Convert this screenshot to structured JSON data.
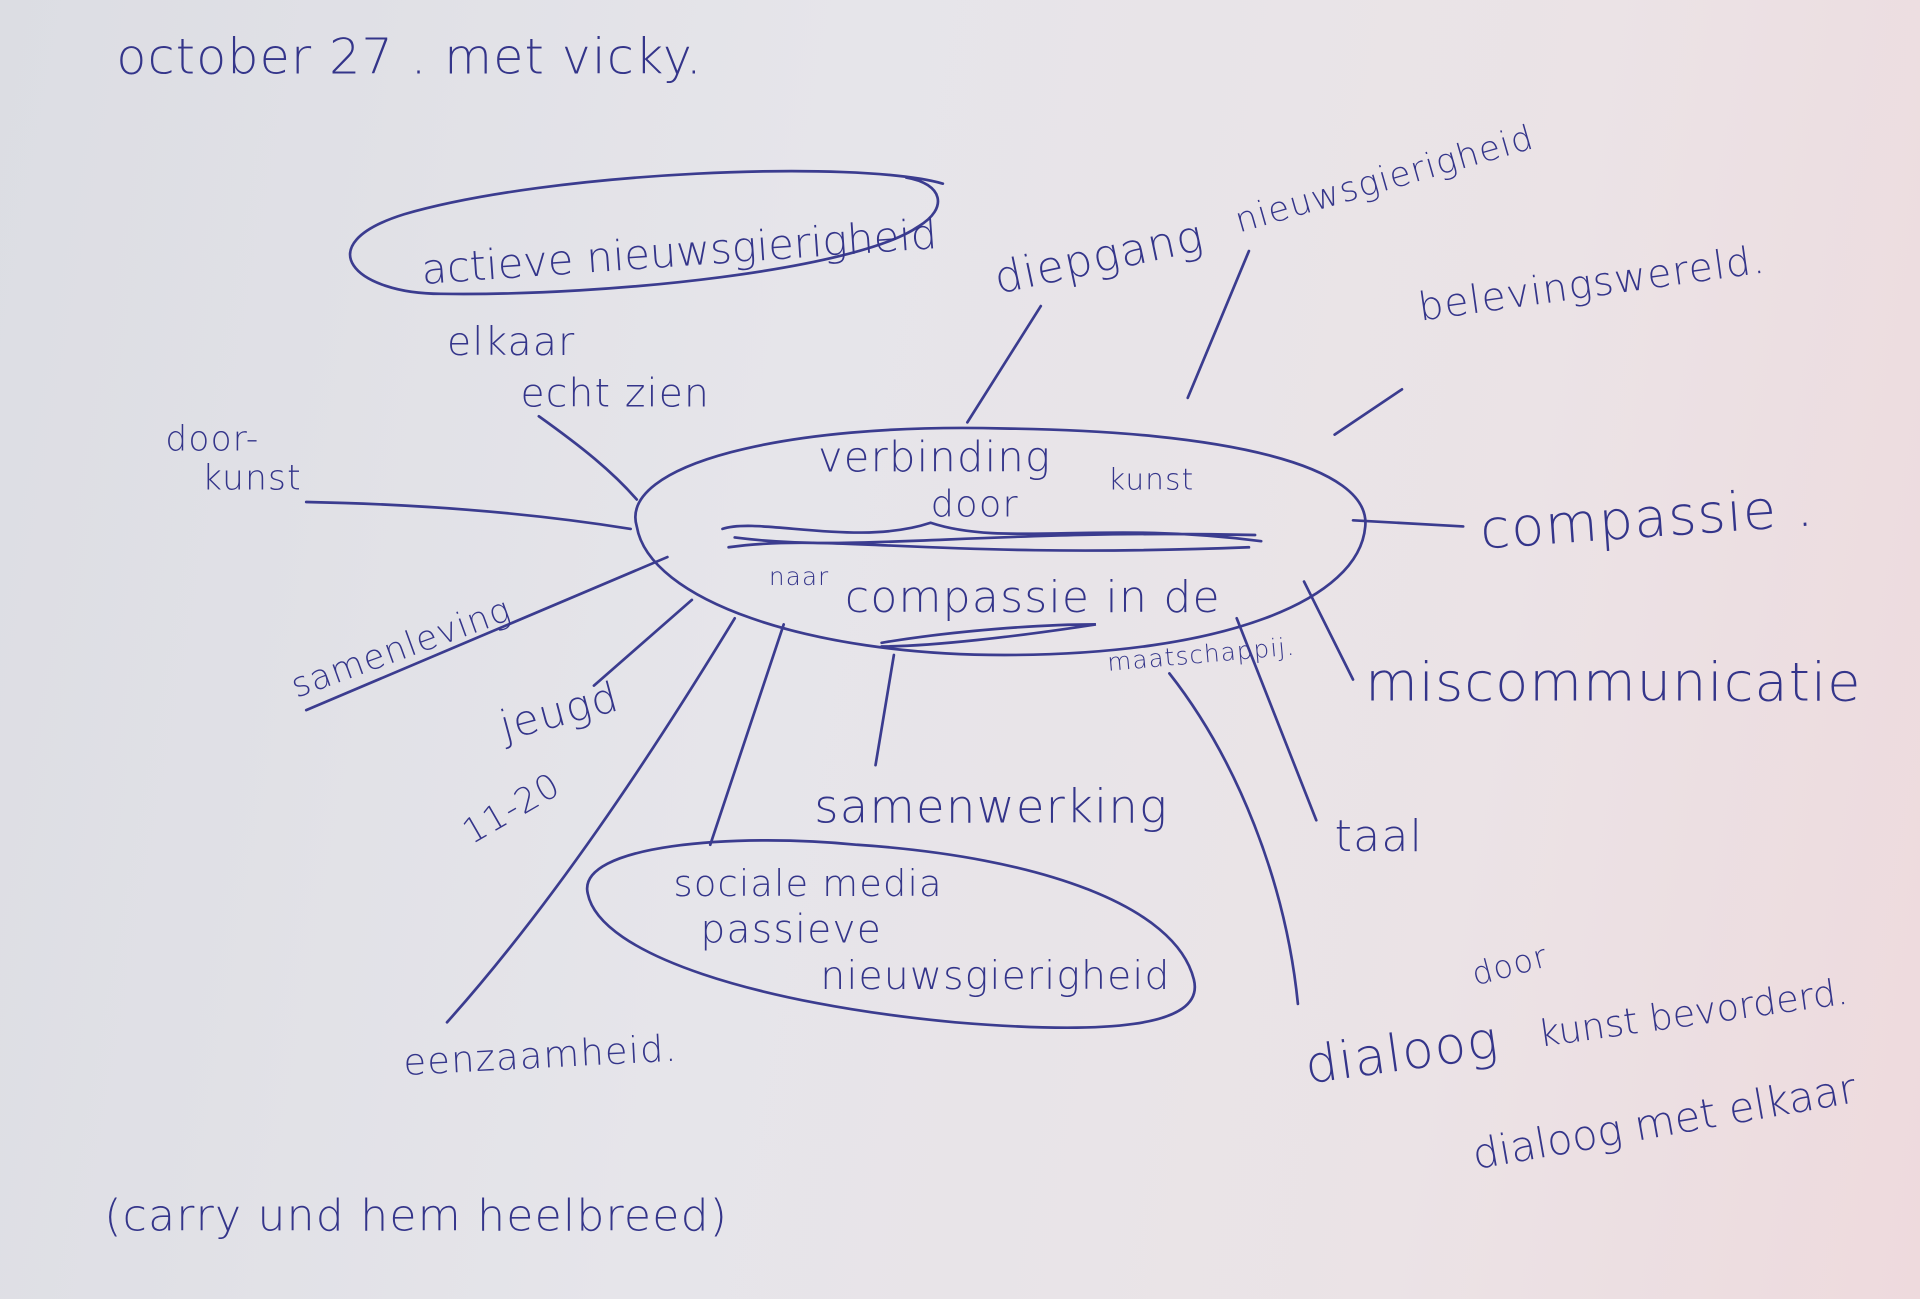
{
  "header": {
    "date_note": "october 27 . met vicky."
  },
  "center": {
    "line1": "verbinding",
    "line2": "door",
    "line2b": "kunst",
    "line3": "naar",
    "line4": "compassie in de",
    "line5": "maatschappij."
  },
  "branches": {
    "actieve": "actieve nieuwsgierigheid",
    "diepgang": "diepgang",
    "nieuwsgierigheid": "nieuwsgierigheid",
    "beleving": "belevingswereld.",
    "elkaar1": "elkaar",
    "elkaar2": "echt zien",
    "doorkunst1": "door-",
    "doorkunst2": "kunst",
    "compassie": "compassie .",
    "samenleving": "samenleving",
    "jeugd1": "jeugd",
    "jeugd2": "11-20",
    "miscommunicatie": "miscommunicatie",
    "samenwerking": "samenwerking",
    "taal": "taal",
    "social1": "sociale media",
    "social2": "passieve",
    "social3": "nieuwsgierigheid",
    "eenzaamheid": "eenzaamheid.",
    "dialoog": "dialoog",
    "door": "door",
    "kunstbevorderd": "kunst bevorderd.",
    "dialoogmetelkaar": "dialoog met elkaar"
  },
  "footer": {
    "note": "(carry und hem heelbreed)"
  },
  "ink_color": "#3b3c8f"
}
